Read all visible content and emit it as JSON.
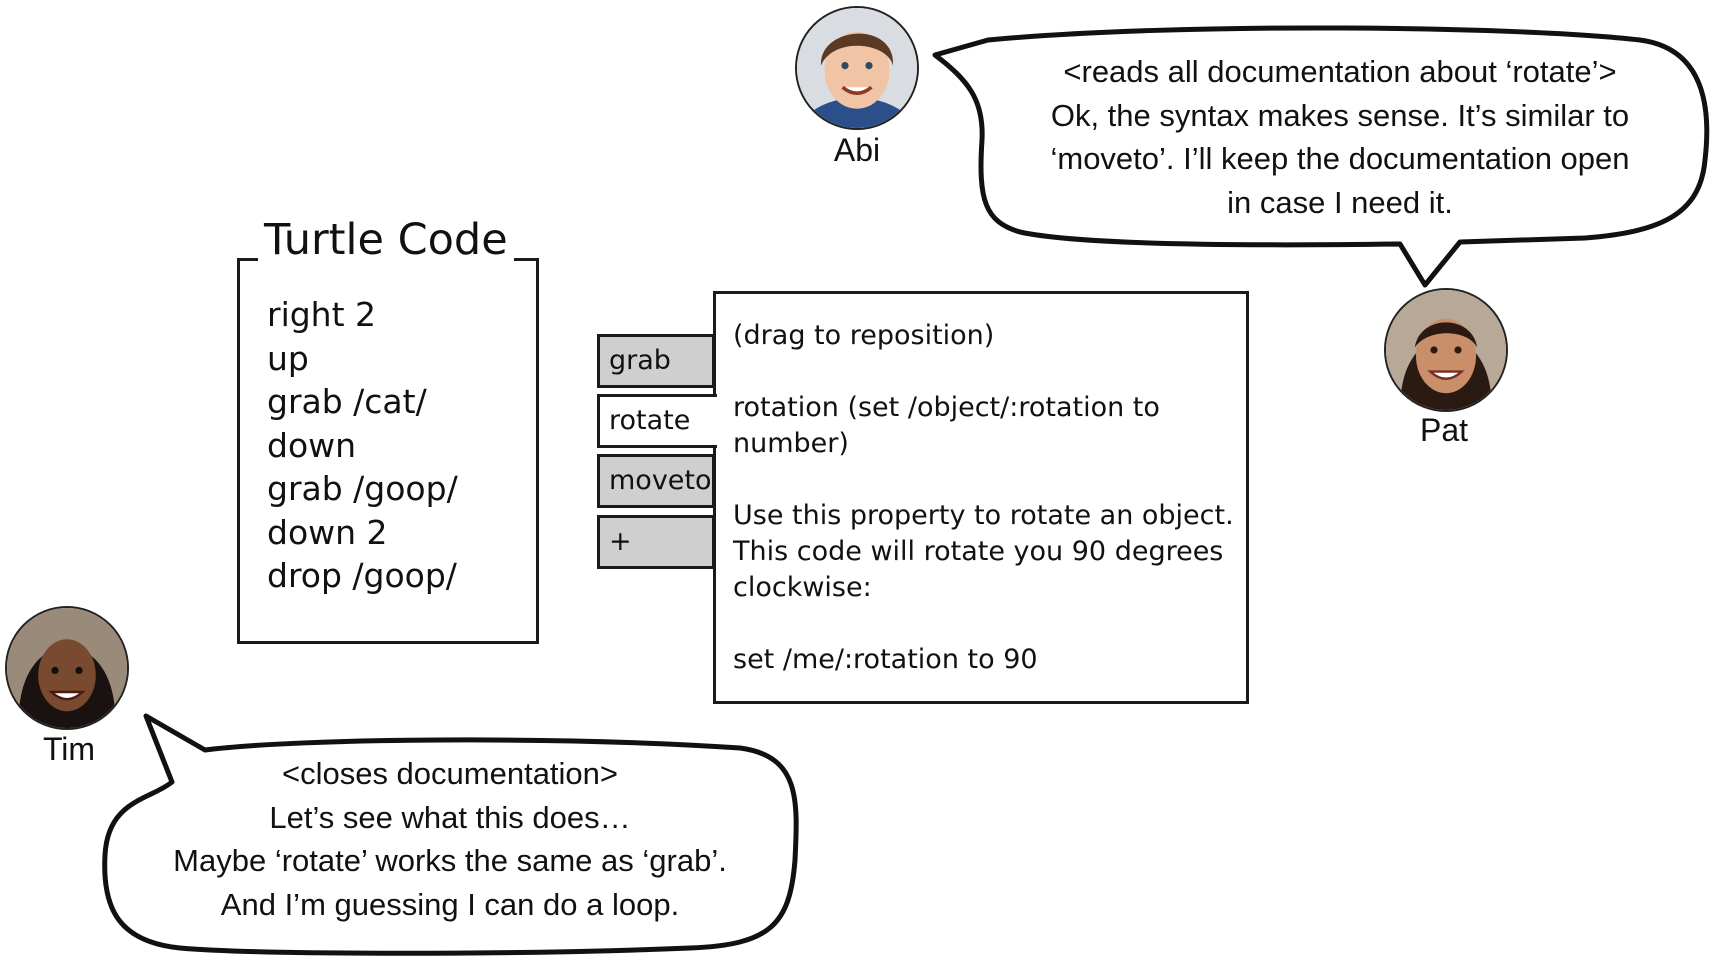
{
  "personas": [
    {
      "name": "Abi",
      "skin": "#f0c4a4",
      "hair": "#5a3a22"
    },
    {
      "name": "Pat",
      "skin": "#c98f6a",
      "hair": "#2b1a12"
    },
    {
      "name": "Tim",
      "skin": "#7a4a30",
      "hair": "#1a1210"
    }
  ],
  "bubbles": {
    "abi": [
      "<reads all documentation about ‘rotate’>",
      "Ok, the syntax makes sense. It’s similar to",
      "‘moveto’. I’ll keep the documentation open",
      "in case I need it."
    ],
    "tim": [
      "<closes documentation>",
      "Let’s see what this does…",
      "Maybe ‘rotate’ works the same as ‘grab’.",
      "And I’m guessing I can do a loop."
    ]
  },
  "turtle_code": {
    "title": "Turtle Code",
    "lines": [
      "right 2",
      "up",
      "grab /cat/",
      "down",
      "grab /goop/",
      "down 2",
      "drop /goop/"
    ]
  },
  "tabs": [
    {
      "label": "grab",
      "active": false
    },
    {
      "label": "rotate",
      "active": true
    },
    {
      "label": "moveto",
      "active": false
    },
    {
      "label": "+",
      "active": false
    }
  ],
  "documentation": {
    "hint": "(drag to reposition)",
    "signature": [
      "rotation (set /object/:rotation to",
      "number)"
    ],
    "description": [
      "Use this property to rotate an object.",
      "This code will rotate you 90 degrees",
      "clockwise:"
    ],
    "example": "set /me/:rotation to 90"
  }
}
